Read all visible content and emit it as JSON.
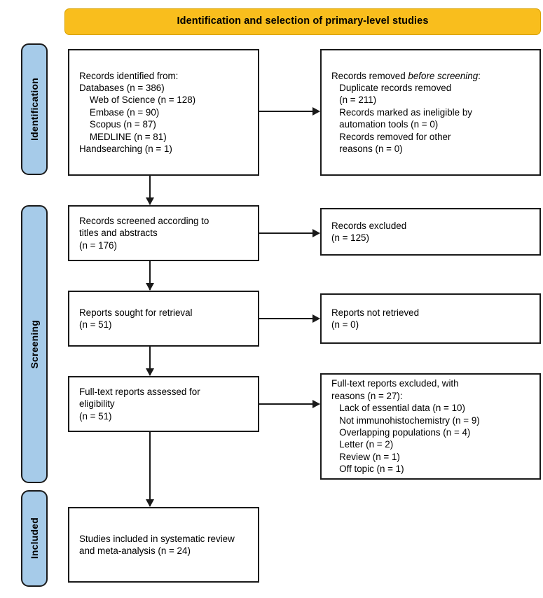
{
  "banner": {
    "title": "Identification and selection of primary-level studies"
  },
  "colors": {
    "banner_bg": "#F9BE1D",
    "stage_bg": "#A6CBE9",
    "box_border": "#1a1a1a",
    "text": "#000000"
  },
  "stages": [
    {
      "id": "identification",
      "label": "Identification"
    },
    {
      "id": "screening",
      "label": "Screening"
    },
    {
      "id": "included",
      "label": "Included"
    }
  ],
  "boxes": {
    "identified": {
      "lines": [
        "Records identified from:",
        "Databases (n = 386)",
        "    Web of Science (n = 128)",
        "    Embase (n = 90)",
        "    Scopus (n = 87)",
        "    MEDLINE (n = 81)",
        "Handsearching (n = 1)"
      ],
      "text": "Records identified from:\nDatabases (n = 386)\n    Web of Science (n = 128)\n    Embase (n = 90)\n    Scopus (n = 87)\n    MEDLINE (n = 81)\nHandsearching (n = 1)"
    },
    "removed": {
      "heading_plain": "Records removed ",
      "heading_italic": "before screening",
      "heading_tail": ":",
      "rest": "\n   Duplicate records removed\n   (n = 211)\n   Records marked as ineligible by\n   automation tools (n = 0)\n   Records removed for other\n   reasons (n = 0)"
    },
    "screened": {
      "text": "Records screened according to\ntitles and abstracts\n(n = 176)"
    },
    "excluded": {
      "text": "Records excluded\n(n = 125)"
    },
    "sought": {
      "text": "Reports sought for retrieval\n(n = 51)"
    },
    "not_retrieved": {
      "text": "Reports not retrieved\n(n = 0)"
    },
    "fulltext": {
      "text": "Full-text reports assessed for\neligibility\n(n = 51)"
    },
    "fulltext_excluded": {
      "text": "Full-text reports excluded, with\nreasons (n = 27):\n   Lack of essential data (n = 10)\n   Not immunohistochemistry (n = 9)\n   Overlapping populations (n = 4)\n   Letter (n = 2)\n   Review (n = 1)\n   Off topic (n = 1)"
    },
    "included": {
      "text": "Studies included in systematic review\nand meta-analysis (n = 24)"
    }
  },
  "chart_data": {
    "type": "diagram",
    "title": "Identification and selection of primary-level studies",
    "diagram_kind": "PRISMA 2020 flow diagram",
    "stages": [
      "Identification",
      "Screening",
      "Included"
    ],
    "nodes": [
      {
        "id": "identified",
        "stage": "Identification",
        "label": "Records identified from",
        "n": 386,
        "breakdown": [
          {
            "label": "Databases",
            "n": 386
          },
          {
            "label": "Web of Science",
            "n": 128
          },
          {
            "label": "Embase",
            "n": 90
          },
          {
            "label": "Scopus",
            "n": 87
          },
          {
            "label": "MEDLINE",
            "n": 81
          },
          {
            "label": "Handsearching",
            "n": 1
          }
        ]
      },
      {
        "id": "removed",
        "stage": "Identification",
        "label": "Records removed before screening",
        "breakdown": [
          {
            "label": "Duplicate records removed",
            "n": 211
          },
          {
            "label": "Records marked as ineligible by automation tools",
            "n": 0
          },
          {
            "label": "Records removed for other reasons",
            "n": 0
          }
        ]
      },
      {
        "id": "screened",
        "stage": "Screening",
        "label": "Records screened according to titles and abstracts",
        "n": 176
      },
      {
        "id": "excluded",
        "stage": "Screening",
        "label": "Records excluded",
        "n": 125
      },
      {
        "id": "sought",
        "stage": "Screening",
        "label": "Reports sought for retrieval",
        "n": 51
      },
      {
        "id": "not_retrieved",
        "stage": "Screening",
        "label": "Reports not retrieved",
        "n": 0
      },
      {
        "id": "fulltext",
        "stage": "Screening",
        "label": "Full-text reports assessed for eligibility",
        "n": 51
      },
      {
        "id": "fulltext_excluded",
        "stage": "Screening",
        "label": "Full-text reports excluded, with reasons",
        "n": 27,
        "breakdown": [
          {
            "label": "Lack of essential data",
            "n": 10
          },
          {
            "label": "Not immunohistochemistry",
            "n": 9
          },
          {
            "label": "Overlapping populations",
            "n": 4
          },
          {
            "label": "Letter",
            "n": 2
          },
          {
            "label": "Review",
            "n": 1
          },
          {
            "label": "Off topic",
            "n": 1
          }
        ]
      },
      {
        "id": "included",
        "stage": "Included",
        "label": "Studies included in systematic review and meta-analysis",
        "n": 24
      }
    ],
    "edges": [
      {
        "from": "identified",
        "to": "removed",
        "direction": "right"
      },
      {
        "from": "identified",
        "to": "screened",
        "direction": "down"
      },
      {
        "from": "screened",
        "to": "excluded",
        "direction": "right"
      },
      {
        "from": "screened",
        "to": "sought",
        "direction": "down"
      },
      {
        "from": "sought",
        "to": "not_retrieved",
        "direction": "right"
      },
      {
        "from": "sought",
        "to": "fulltext",
        "direction": "down"
      },
      {
        "from": "fulltext",
        "to": "fulltext_excluded",
        "direction": "right"
      },
      {
        "from": "fulltext",
        "to": "included",
        "direction": "down"
      }
    ]
  }
}
